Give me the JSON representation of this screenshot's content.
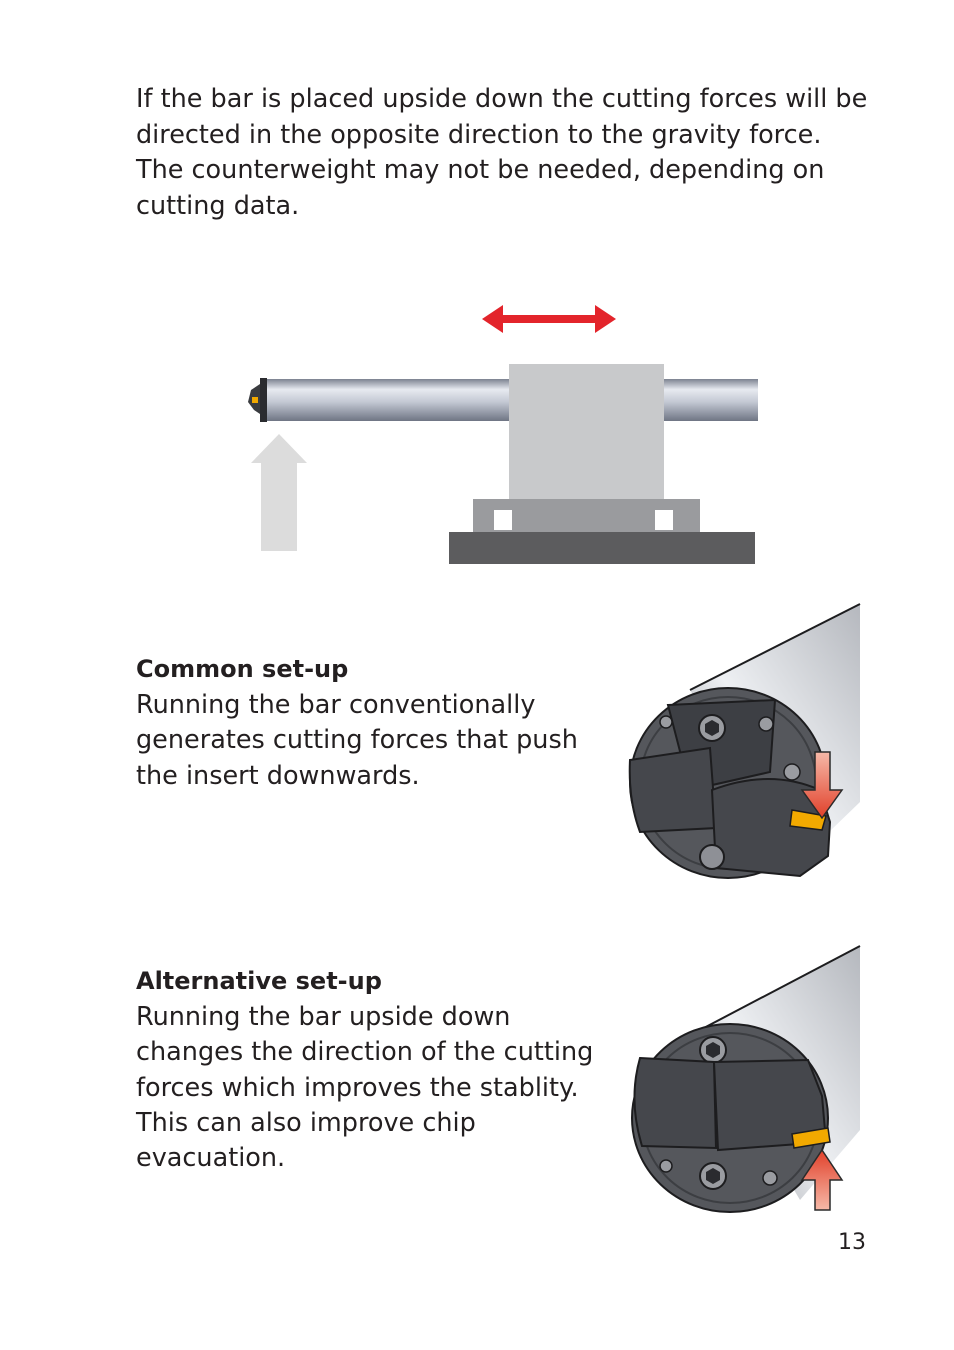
{
  "intro_text": "If the bar is placed upside down the cutting forces will be directed in the opposite direction to the gravity force. The counterweight may not be needed, depending on cutting data.",
  "sections": [
    {
      "title": "Common set-up",
      "body": "Running the bar conventionally generates cutting forces that push the insert downwards."
    },
    {
      "title": "Alternative set-up",
      "body": "Running the bar upside down changes the direction of the cutting forces which improves the stablity. This can also improve chip evacuation."
    }
  ],
  "page_number": "13",
  "colors": {
    "movement_arrow": "#e3242b",
    "force_arrow": "#e8614a",
    "gravity_arrow": "#dcdcdc",
    "insert": "#f2a900",
    "base": "#5c5c5e",
    "holder": "#c8c9cb"
  }
}
